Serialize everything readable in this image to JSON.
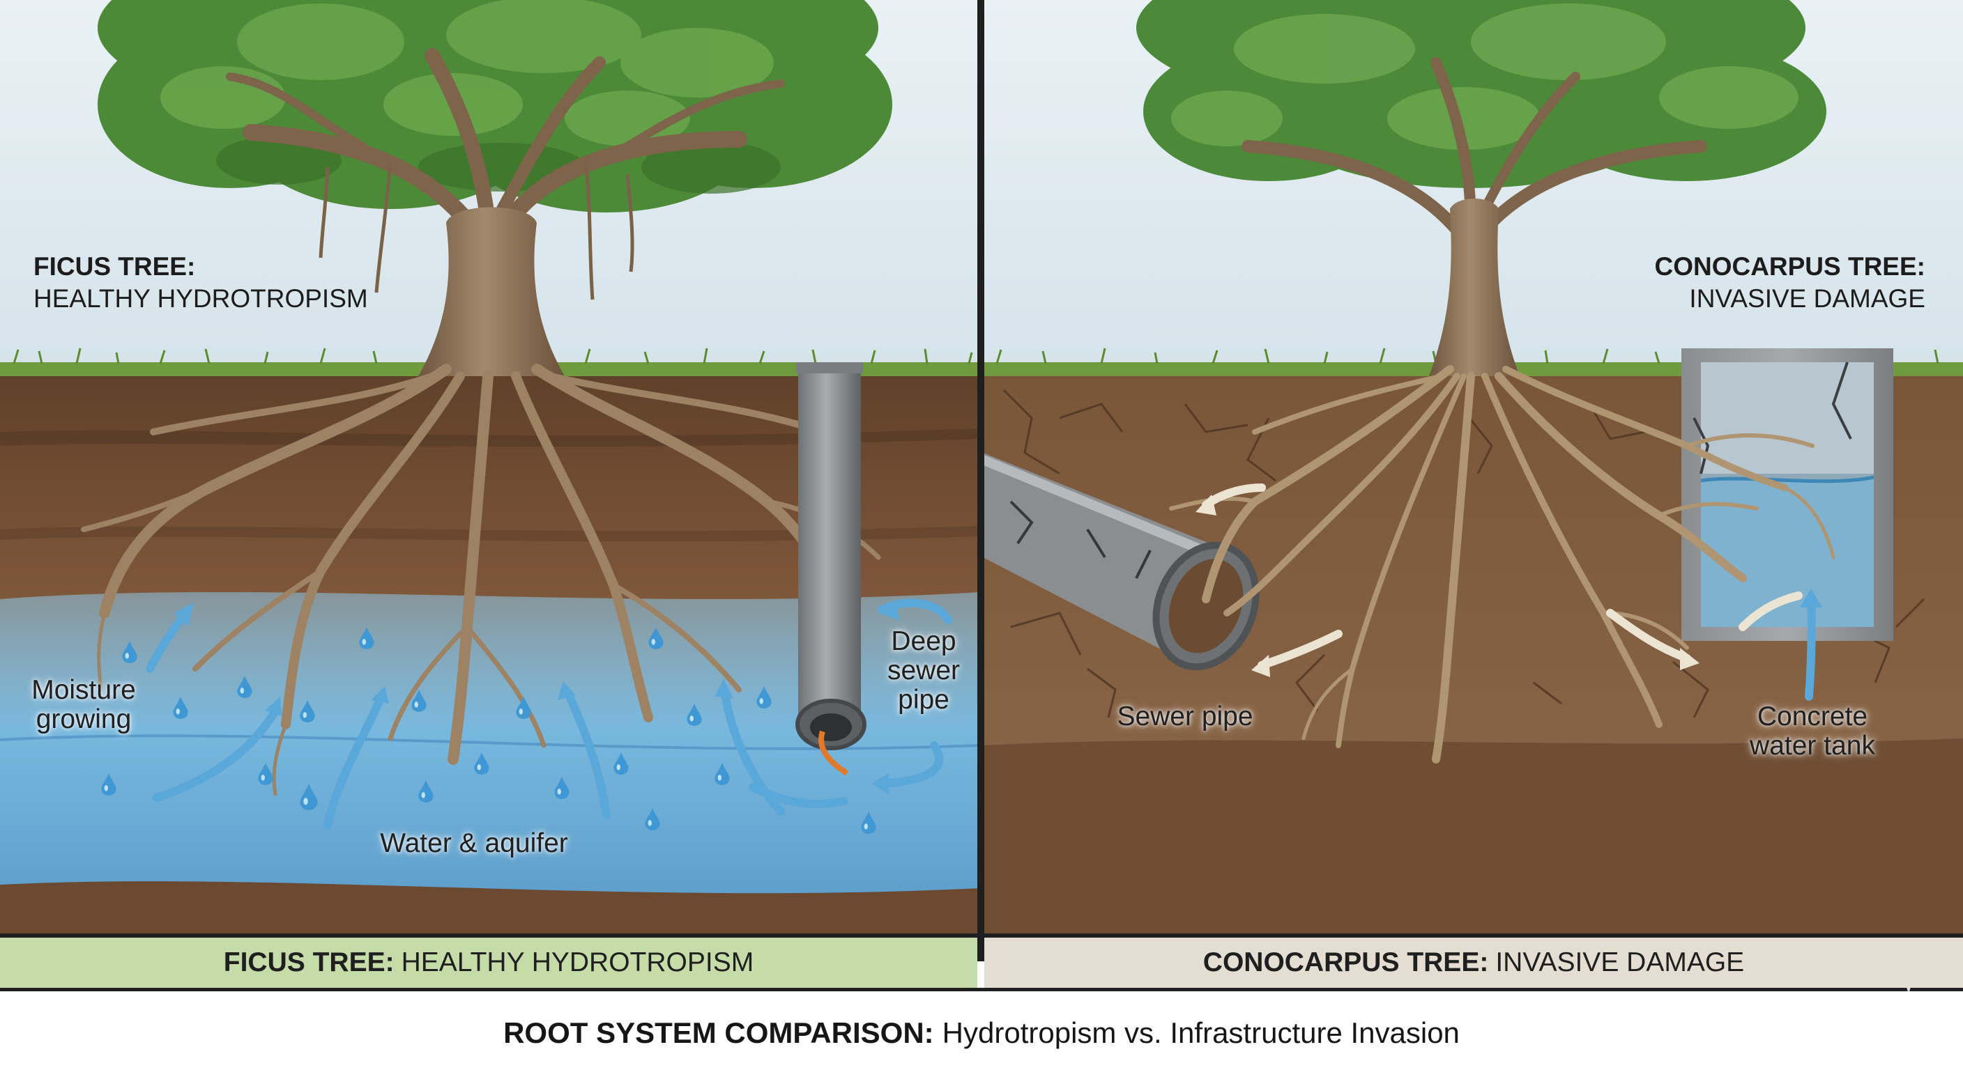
{
  "left_panel": {
    "title_bold": "FICUS TREE:",
    "title_sub": "HEALTHY HYDROTROPISM",
    "callouts": {
      "moisture": [
        "Moisture",
        "growing"
      ],
      "aquifer": "Water & aquifer",
      "sewer": [
        "Deep",
        "sewer",
        "pipe"
      ]
    },
    "band_bold": "FICUS TREE:",
    "band_text": "HEALTHY HYDROTROPISM",
    "band_color": "#c5dca8"
  },
  "right_panel": {
    "title_bold": "CONOCARPUS TREE:",
    "title_sub": "INVASIVE DAMAGE",
    "callouts": {
      "sewer": "Sewer pipe",
      "tank": [
        "Concrete",
        "water tank"
      ]
    },
    "band_bold": "CONOCARPUS TREE:",
    "band_text": "INVASIVE DAMAGE",
    "band_color": "#e4ddd2"
  },
  "footer": {
    "bold": "ROOT SYSTEM COMPARISON:",
    "text": "Hydrotropism vs. Infrastructure Invasion"
  },
  "colors": {
    "sky": "#dfeaf0",
    "grass": "#6f9a3d",
    "soil_dark": "#5e3f28",
    "soil_mid": "#7a5236",
    "soil_dry": "#8a6446",
    "water": "#6aaed6",
    "foliage": "#4d8a38",
    "trunk": "#8c7156",
    "root": "#a68a6a",
    "pipe": "#8b8e91",
    "arrow": "#5aa7da"
  },
  "icons": [
    "water-drop-icon",
    "up-arrow-icon",
    "sparkle-icon"
  ]
}
